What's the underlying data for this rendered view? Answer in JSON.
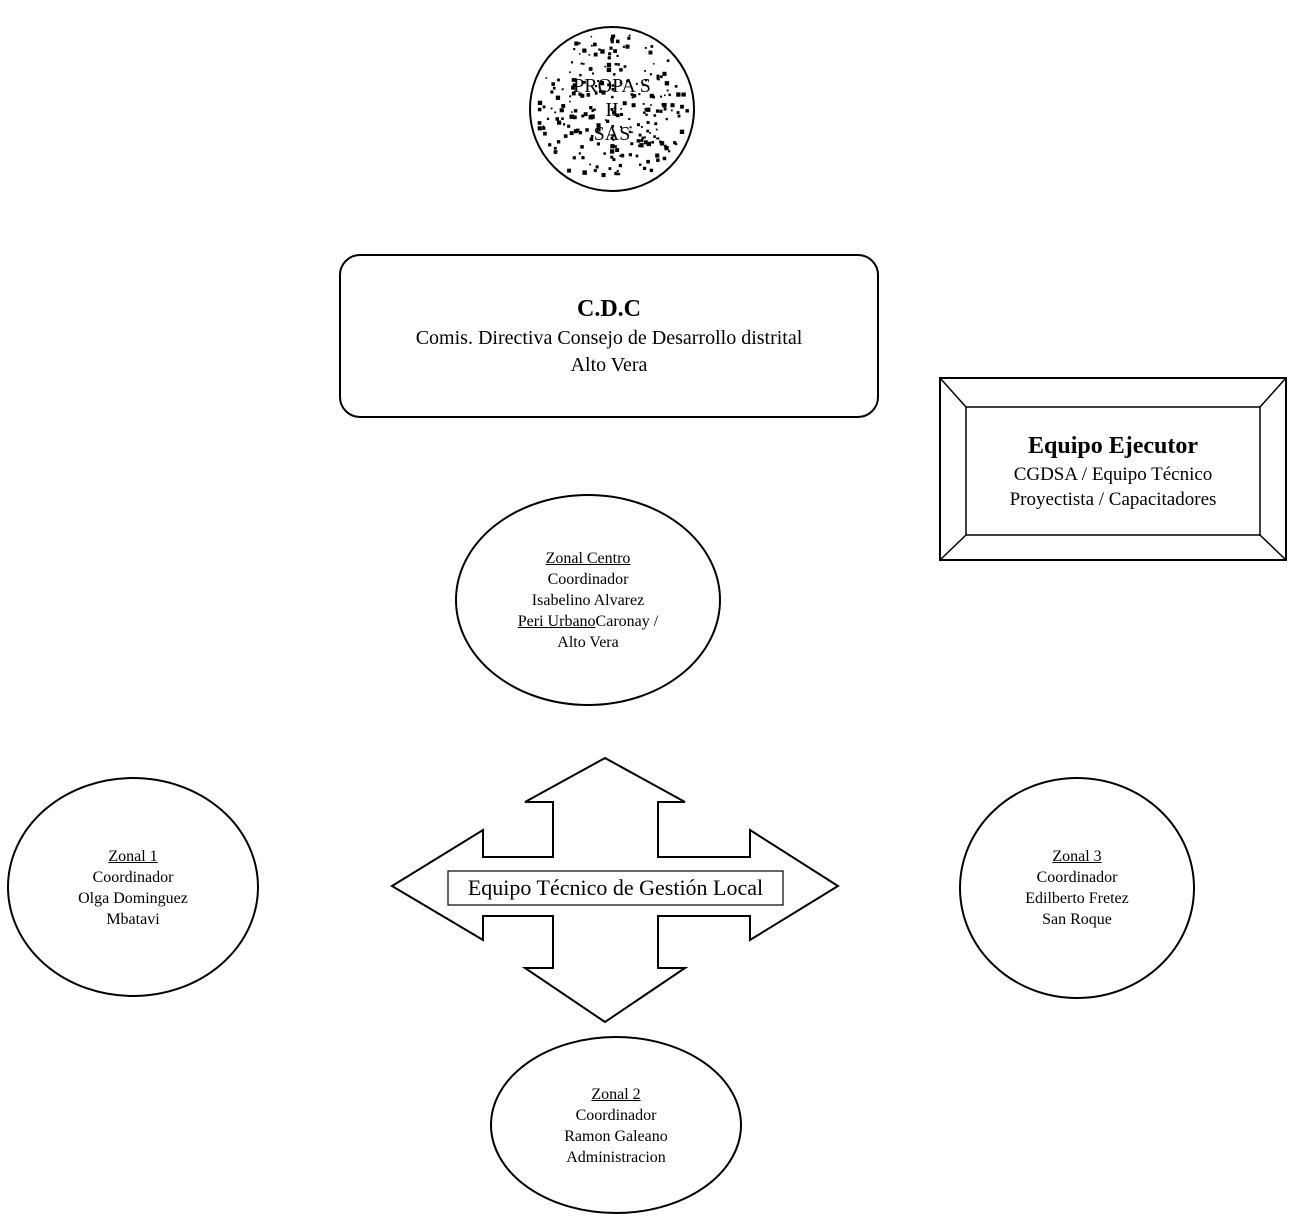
{
  "logo": {
    "lines": [
      "PROPA S",
      "II",
      "SAS"
    ]
  },
  "cdc": {
    "title": "C.D.C",
    "line1": "Comis. Directiva Consejo de Desarrollo distrital",
    "line2": "Alto Vera"
  },
  "equipo_ejecutor": {
    "title": "Equipo Ejecutor",
    "line1": "CGDSA / Equipo Técnico",
    "line2": "Proyectista / Capacitadores"
  },
  "zonal_centro": {
    "heading": "Zonal Centro",
    "role": "Coordinador",
    "name": "Isabelino Alvarez",
    "area_underlined": "Peri Urbano",
    "area_rest": "Caronay /",
    "area_line2": "Alto Vera"
  },
  "center_arrow": {
    "label": "Equipo Técnico de Gestión Local"
  },
  "zonal_1": {
    "heading": "Zonal 1",
    "role": "Coordinador",
    "name": "Olga Dominguez",
    "area": "Mbatavi"
  },
  "zonal_3": {
    "heading": "Zonal 3",
    "role": "Coordinador",
    "name": "Edilberto Fretez",
    "area": "San Roque"
  },
  "zonal_2": {
    "heading": "Zonal 2",
    "role": "Coordinador",
    "name": "Ramon Galeano",
    "area": "Administracion"
  }
}
